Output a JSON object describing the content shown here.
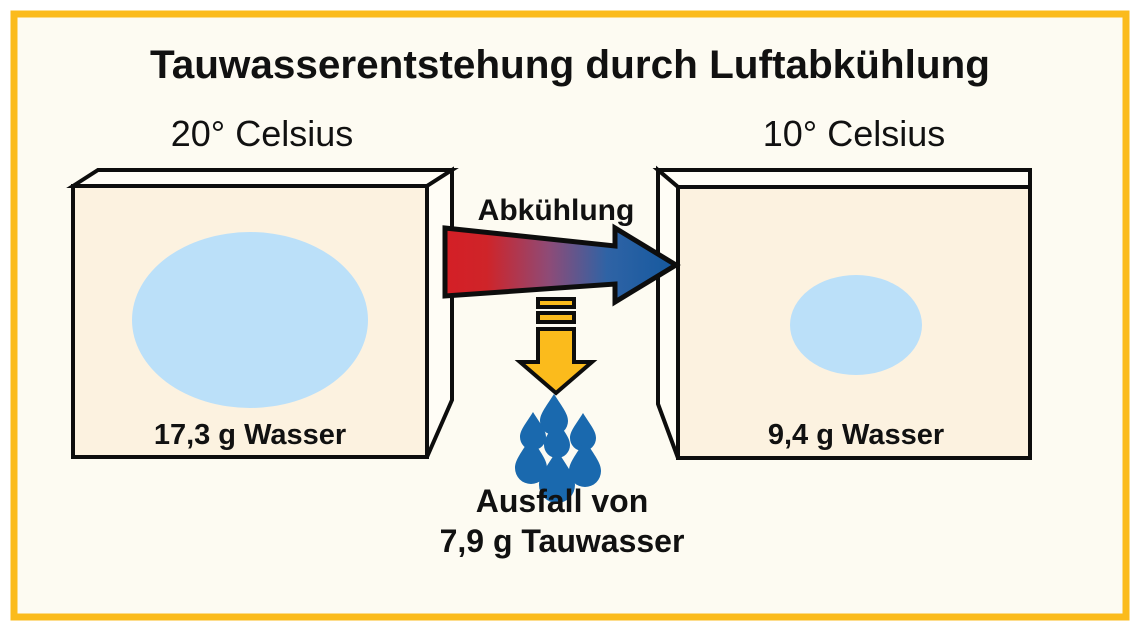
{
  "figure": {
    "title": "Tauwasserentstehung durch Luftabkühlung",
    "frame_color": "#FBBB1C",
    "background_color": "#FDFBF2"
  },
  "left_box": {
    "temperature_label": "20° Celsius",
    "water_label": "17,3 g Wasser",
    "fill_color": "#FCF2E0",
    "vapor_color": "#BBE0F9"
  },
  "right_box": {
    "temperature_label": "10° Celsius",
    "water_label": "9,4 g Wasser",
    "fill_color": "#FCF2E0",
    "vapor_color": "#BBE0F9"
  },
  "cooling_arrow": {
    "label": "Abkühlung",
    "start_color": "#D41F26",
    "mid_color": "#6C5A9C",
    "end_color": "#1A5FA8"
  },
  "condensation": {
    "arrow_color": "#FBBB1C",
    "drop_color": "#1A69AE",
    "caption_line1": "Ausfall von",
    "caption_line2": "7,9 g Tauwasser",
    "drop_count": 7
  },
  "chart_data": {
    "type": "diagram",
    "title": "Tauwasserentstehung durch Luftabkühlung",
    "categories": [
      "20° Celsius",
      "10° Celsius"
    ],
    "values": [
      17.3,
      9.4
    ],
    "unit": "g Wasser",
    "difference": 7.9,
    "difference_label": "Ausfall von 7,9 g Tauwasser",
    "process_label": "Abkühlung"
  }
}
